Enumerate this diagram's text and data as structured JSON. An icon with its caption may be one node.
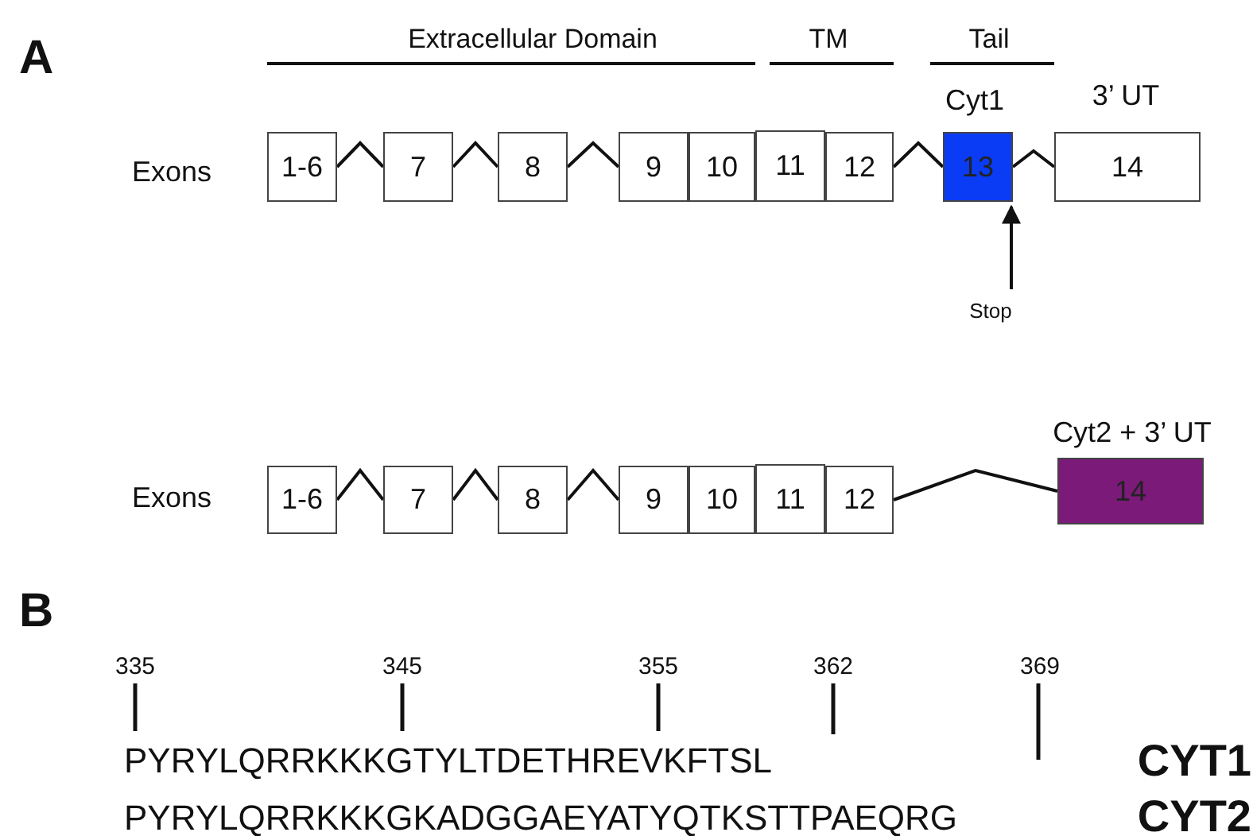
{
  "diagram": {
    "nodes": [
      {
        "text": [
          "1-6"
        ]
      },
      {
        "text": [
          "7"
        ]
      },
      {
        "text": [
          "8"
        ]
      },
      {
        "text": [
          "9"
        ]
      },
      {
        "text": [
          "10"
        ]
      },
      {
        "text": [
          "11"
        ]
      },
      {
        "text": [
          "12"
        ]
      },
      {
        "text": [
          "13"
        ],
        "beside": [
          "Cyt1"
        ]
      },
      {
        "text": [
          "14"
        ],
        "beside": [
          "3’ UT"
        ]
      },
      {
        "text": [
          "Stop"
        ]
      },
      {
        "text": [
          "1-6"
        ]
      },
      {
        "text": [
          "7"
        ]
      },
      {
        "text": [
          "8"
        ]
      },
      {
        "text": [
          "9"
        ]
      },
      {
        "text": [
          "10"
        ]
      },
      {
        "text": [
          "11"
        ]
      },
      {
        "text": [
          "12"
        ]
      },
      {
        "text": [
          "14"
        ],
        "beside": [
          "Cyt2 + 3’ UT"
        ]
      }
    ],
    "edges": [
      {
        "from": 0,
        "to": 1,
        "arrow": "none"
      },
      {
        "from": 1,
        "to": 2,
        "arrow": "none"
      },
      {
        "from": 2,
        "to": 3,
        "arrow": "none"
      },
      {
        "from": 6,
        "to": 7,
        "arrow": "none"
      },
      {
        "from": 7,
        "to": 8,
        "arrow": "none"
      },
      {
        "from": 9,
        "to": 7,
        "arrow": "to"
      },
      {
        "from": 10,
        "to": 11,
        "arrow": "none"
      },
      {
        "from": 11,
        "to": 12,
        "arrow": "none"
      },
      {
        "from": 12,
        "to": 13,
        "arrow": "none"
      },
      {
        "from": 16,
        "to": 17,
        "arrow": "none"
      }
    ],
    "labels": [
      "A",
      "Extracellular Domain",
      "TM",
      "Tail",
      "Exons",
      "Exons",
      "B",
      "335",
      "345",
      "355",
      "362",
      "369",
      "PYRYLQRRKKKGTYLTDETHREVKFTSL",
      "CYT1",
      "PYRYLQRRKKKGKADGGAEYATYQTKSTTPAEQRG",
      "CYT2"
    ]
  }
}
